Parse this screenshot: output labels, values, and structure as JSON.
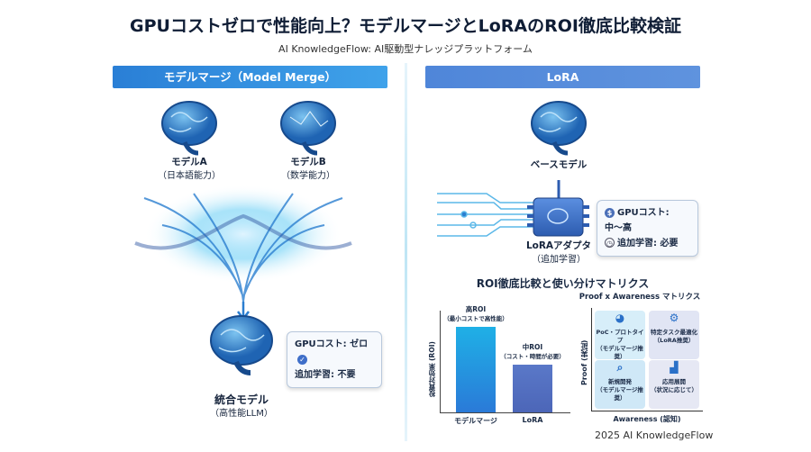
{
  "header": {
    "title": "GPUコストゼロで性能向上？モデルマージとLoRAのROI徹底比較検証",
    "subtitle": "AI KnowledgeFlow: AI駆動型ナレッジプラットフォーム"
  },
  "left": {
    "heading": "モデルマージ（Model Merge）",
    "model_a": {
      "name": "モデルA",
      "desc": "（日本語能力）"
    },
    "model_b": {
      "name": "モデルB",
      "desc": "（数学能力）"
    },
    "merged": {
      "name": "統合モデル",
      "desc": "（高性能LLM）"
    },
    "callout": {
      "gpu_cost": "GPUコスト: ゼロ",
      "training": "追加学習: 不要",
      "icon": "check-icon"
    }
  },
  "right": {
    "heading": "LoRA",
    "base": "ベースモデル",
    "adapter": {
      "name": "LoRAアダプタ",
      "desc": "（追加学習）"
    },
    "callout": {
      "gpu_cost": "GPUコスト: 中〜高",
      "training": "追加学習: 必要",
      "icons": [
        "dollar-icon",
        "clock-icon"
      ]
    }
  },
  "section_title": "ROI徹底比較と使い分けマトリクス",
  "chart_data": {
    "type": "bar",
    "title": "",
    "ylabel": "投資対効果 (ROI)",
    "xlabel": "",
    "categories": [
      "モデルマージ",
      "LoRA"
    ],
    "values": [
      100,
      56
    ],
    "data_labels": [
      {
        "main": "高ROI",
        "sub": "（最小コストで高性能）"
      },
      {
        "main": "中ROI",
        "sub": "（コスト・時間が必要）"
      }
    ],
    "colors": [
      "#1fb0e6",
      "#5a78c8"
    ],
    "grid": false
  },
  "matrix": {
    "title": "Proof x Awareness マトリクス",
    "ylabel": "Proof (実証)",
    "xlabel": "Awareness (認知)",
    "cells": [
      {
        "title": "PoC・プロトタイプ",
        "sub": "（モデルマージ推奨）",
        "color": "#d7eef9"
      },
      {
        "title": "特定タスク最適化",
        "sub": "（LoRA推奨）",
        "color": "#e1e5f4"
      },
      {
        "title": "新規開発",
        "sub": "（モデルマージ推奨）",
        "color": "#cfe8f7"
      },
      {
        "title": "応用展開",
        "sub": "（状況に応じて）",
        "color": "#e6e8f4"
      }
    ]
  },
  "footer": "2025 AI KnowledgeFlow"
}
